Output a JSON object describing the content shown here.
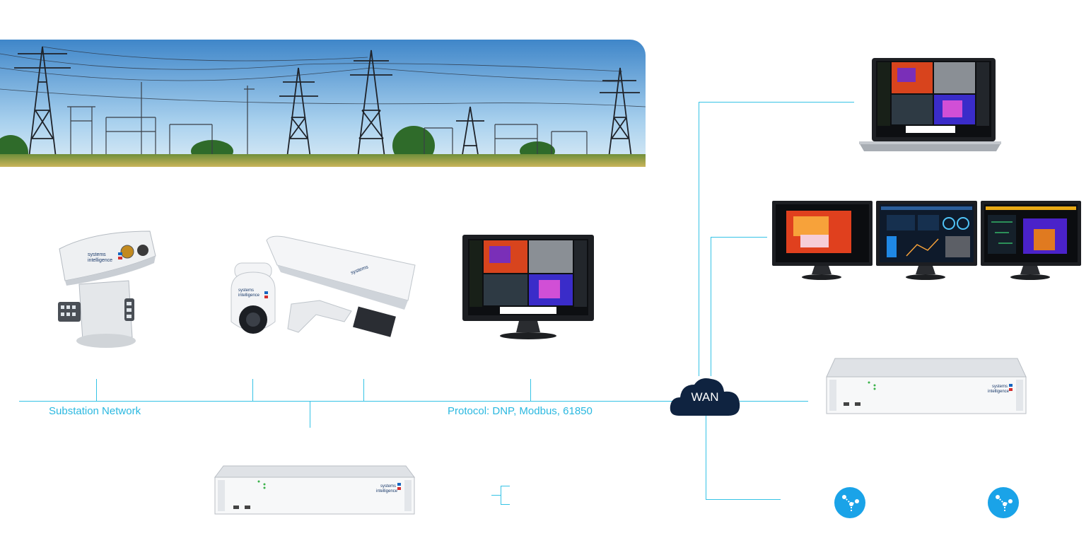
{
  "labels": {
    "substation_network": "Substation Network",
    "protocol": "Protocol: DNP, Modbus, 61850",
    "wan": "WAN"
  },
  "brand": {
    "line1": "systems",
    "line2": "intelligence"
  },
  "colors": {
    "network_line": "#35c3e6",
    "label_text": "#2ab8e0",
    "wan_cloud": "#0f2340",
    "sky_top": "#3f86c9",
    "sky_bottom": "#cfe6f4",
    "node_icon": "#1aa3e8"
  }
}
